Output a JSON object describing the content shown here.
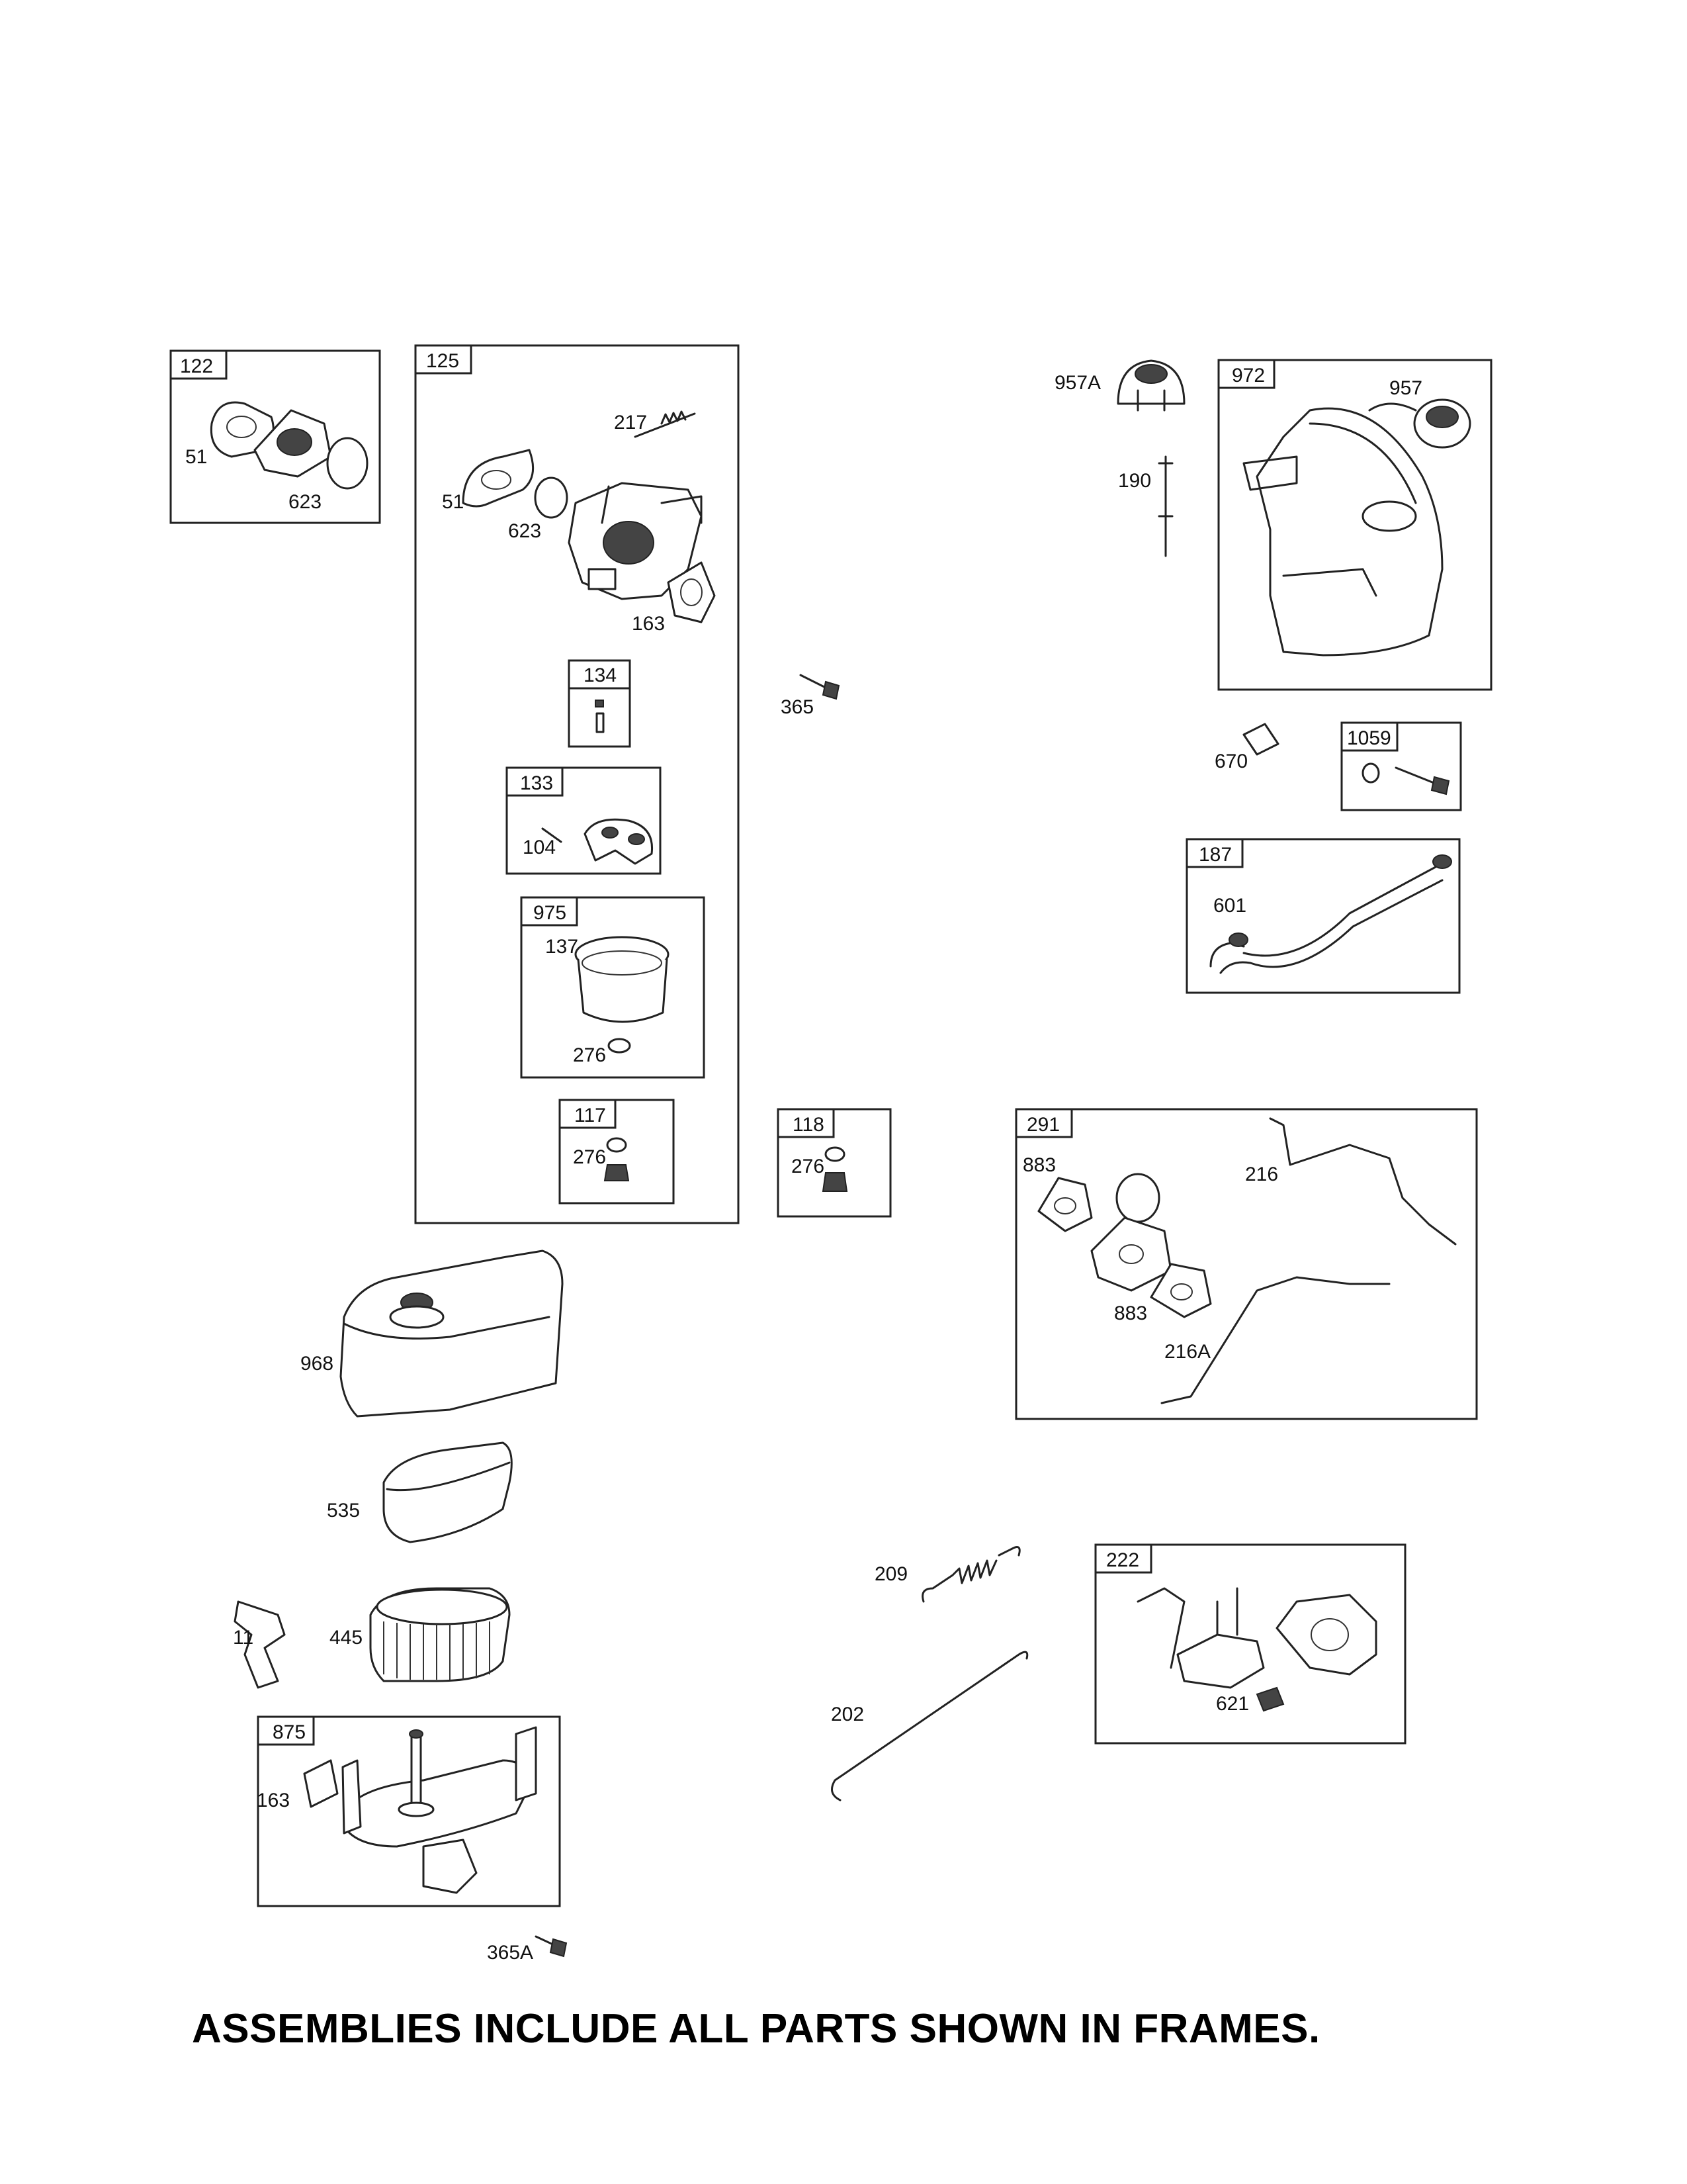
{
  "frames": {
    "f122": "122",
    "f125": "125",
    "f134": "134",
    "f133": "133",
    "f975": "975",
    "f117": "117",
    "f118": "118",
    "f972": "972",
    "f1059": "1059",
    "f187": "187",
    "f291": "291",
    "f222": "222",
    "f875": "875"
  },
  "labels": {
    "l51a": "51",
    "l623a": "623",
    "l217": "217",
    "l51b": "51",
    "l623b": "623",
    "l163a": "163",
    "l104": "104",
    "l137": "137",
    "l276a": "276",
    "l276b": "276",
    "l276c": "276",
    "l365": "365",
    "l957A": "957A",
    "l957": "957",
    "l190": "190",
    "l670": "670",
    "l601": "601",
    "l883a": "883",
    "l883b": "883",
    "l216": "216",
    "l216A": "216A",
    "l968": "968",
    "l535": "535",
    "l11": "11",
    "l445": "445",
    "l163b": "163",
    "l365A": "365A",
    "l209": "209",
    "l202": "202",
    "l621": "621"
  },
  "footer": "ASSEMBLIES INCLUDE ALL PARTS SHOWN IN FRAMES."
}
